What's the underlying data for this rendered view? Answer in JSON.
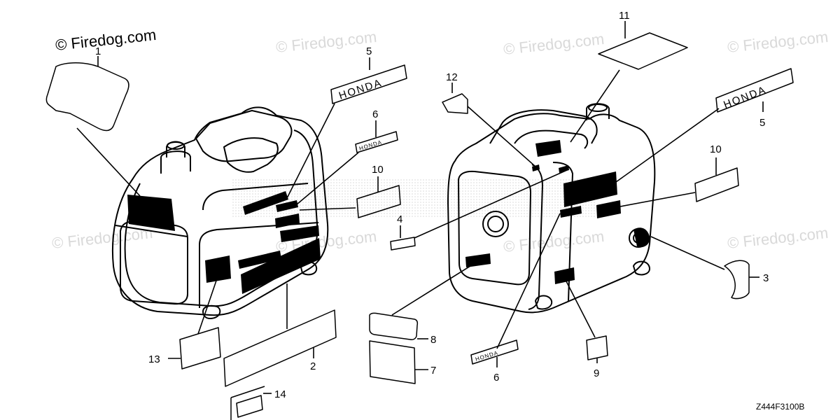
{
  "watermark": {
    "main": "© Firedog.com",
    "faint": "© Firedog.com"
  },
  "brand_text": "HONDA",
  "diagram_code": "Z444F3100B",
  "callouts": [
    {
      "id": "c1",
      "number": "1"
    },
    {
      "id": "c2",
      "number": "2"
    },
    {
      "id": "c3",
      "number": "3"
    },
    {
      "id": "c4",
      "number": "4"
    },
    {
      "id": "c5a",
      "number": "5"
    },
    {
      "id": "c5b",
      "number": "5"
    },
    {
      "id": "c6a",
      "number": "6"
    },
    {
      "id": "c6b",
      "number": "6"
    },
    {
      "id": "c7",
      "number": "7"
    },
    {
      "id": "c8",
      "number": "8"
    },
    {
      "id": "c9",
      "number": "9"
    },
    {
      "id": "c10a",
      "number": "10"
    },
    {
      "id": "c10b",
      "number": "10"
    },
    {
      "id": "c11",
      "number": "11"
    },
    {
      "id": "c12",
      "number": "12"
    },
    {
      "id": "c13",
      "number": "13"
    },
    {
      "id": "c14",
      "number": "14"
    }
  ]
}
